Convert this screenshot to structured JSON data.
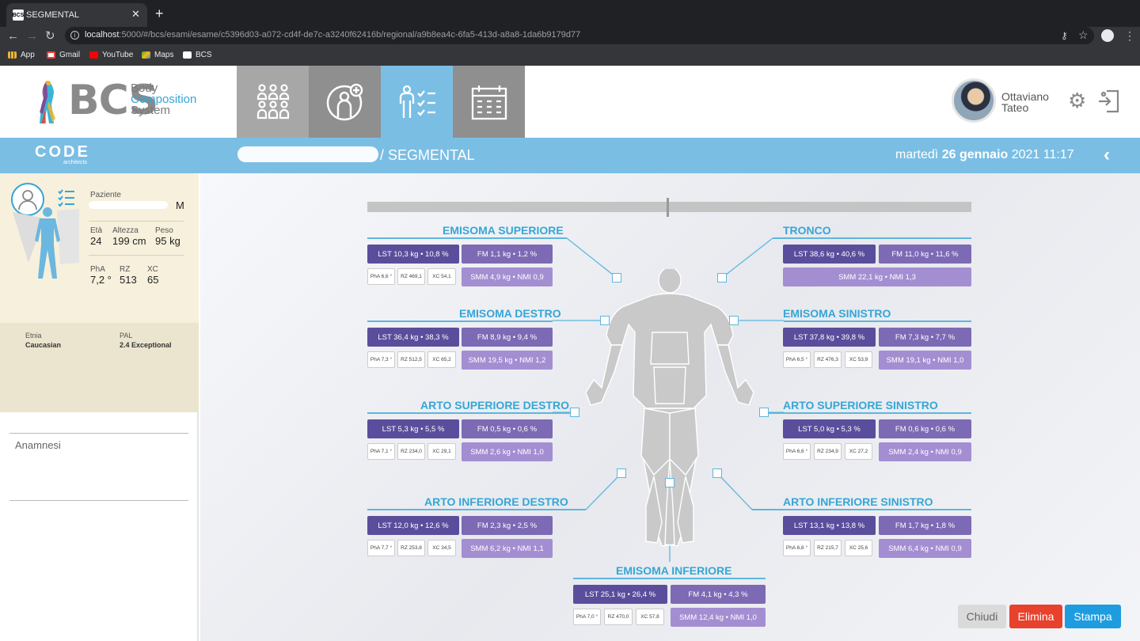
{
  "browser": {
    "tab_title": "SEGMENTAL",
    "favicon_text": "BCS",
    "url_host": "localhost",
    "url_rest": ":5000/#/bcs/esami/esame/c5396d03-a072-cd4f-de7c-a3240f62416b/regional/a9b8ea4c-6fa5-413d-a8a8-1da6b9179d77",
    "bookmarks": [
      {
        "label": "App",
        "icon": "apps-grid-icon"
      },
      {
        "label": "Gmail",
        "icon": "gmail-icon"
      },
      {
        "label": "YouTube",
        "icon": "youtube-icon"
      },
      {
        "label": "Maps",
        "icon": "maps-icon"
      },
      {
        "label": "BCS",
        "icon": "bcs-icon"
      }
    ]
  },
  "header": {
    "logo_letters": "BCS",
    "logo_line1": "Body",
    "logo_line2": "Composition",
    "logo_line3": "System",
    "user_first": "Ottaviano",
    "user_last": "Tateo",
    "nav_tiles": [
      "patients-group-icon",
      "add-patient-icon",
      "segmental-checklist-icon",
      "calendar-icon"
    ],
    "active_tile": 2
  },
  "subheader": {
    "brand": "CODE",
    "brand_sub": "architects",
    "breadcrumb": "/ SEGMENTAL",
    "date_weekday": "martedì",
    "date_day": "26 gennaio",
    "date_rest": "2021 11:17"
  },
  "patient": {
    "label_paziente": "Paziente",
    "sex": "M",
    "eta_label": "Età",
    "eta": "24",
    "altezza_label": "Altezza",
    "altezza": "199 cm",
    "peso_label": "Peso",
    "peso": "95 kg",
    "pha_label": "PhA",
    "pha": "7,2 °",
    "rz_label": "RZ",
    "rz": "513",
    "xc_label": "XC",
    "xc": "65",
    "etnia_label": "Etnia",
    "etnia": "Caucasian",
    "pal_label": "PAL",
    "pal": "2.4 Exceptional",
    "anamnesi_label": "Anamnesi"
  },
  "sections": {
    "emisoma_superiore": {
      "title": "EMISOMA SUPERIORE",
      "lst": "LST 10,3 kg • 10,8 %",
      "fm": "FM 1,1 kg • 1,2 %",
      "pha": "PhA 6,6 °",
      "rz": "RZ 469,1",
      "xc": "XC 54,1",
      "smm": "SMM 4,9 kg • NMI 0,9"
    },
    "tronco": {
      "title": "TRONCO",
      "lst": "LST 38,6 kg • 40,6 %",
      "fm": "FM 11,0 kg • 11,6 %",
      "smm": "SMM 22,1 kg • NMI 1,3"
    },
    "emisoma_destro": {
      "title": "EMISOMA DESTRO",
      "lst": "LST 36,4 kg • 38,3 %",
      "fm": "FM 8,9 kg • 9,4 %",
      "pha": "PhA 7,3 °",
      "rz": "RZ 512,5",
      "xc": "XC 65,2",
      "smm": "SMM 19,5 kg • NMI 1,2"
    },
    "emisoma_sinistro": {
      "title": "EMISOMA SINISTRO",
      "lst": "LST 37,8 kg • 39,8 %",
      "fm": "FM 7,3 kg • 7,7 %",
      "pha": "PhA 6,5 °",
      "rz": "RZ 476,3",
      "xc": "XC 53,9",
      "smm": "SMM 19,1 kg • NMI 1,0"
    },
    "arto_sup_destro": {
      "title": "ARTO SUPERIORE DESTRO",
      "lst": "LST 5,3 kg • 5,5 %",
      "fm": "FM 0,5 kg • 0,6 %",
      "pha": "PhA 7,1 °",
      "rz": "RZ 234,0",
      "xc": "XC 29,1",
      "smm": "SMM 2,6 kg • NMI 1,0"
    },
    "arto_sup_sinistro": {
      "title": "ARTO SUPERIORE SINISTRO",
      "lst": "LST 5,0 kg • 5,3 %",
      "fm": "FM 0,6 kg • 0,6 %",
      "pha": "PhA 6,6 °",
      "rz": "RZ 234,9",
      "xc": "XC 27,2",
      "smm": "SMM 2,4 kg • NMI 0,9"
    },
    "arto_inf_destro": {
      "title": "ARTO INFERIORE DESTRO",
      "lst": "LST 12,0 kg • 12,6 %",
      "fm": "FM 2,3 kg • 2,5 %",
      "pha": "PhA 7,7 °",
      "rz": "RZ 253,8",
      "xc": "XC 34,5",
      "smm": "SMM 6,2 kg • NMI 1,1"
    },
    "arto_inf_sinistro": {
      "title": "ARTO INFERIORE SINISTRO",
      "lst": "LST 13,1 kg • 13,8 %",
      "fm": "FM 1,7 kg • 1,8 %",
      "pha": "PhA 6,8 °",
      "rz": "RZ 215,7",
      "xc": "XC 25,6",
      "smm": "SMM 6,4 kg • NMI 0,9"
    },
    "emisoma_inferiore": {
      "title": "EMISOMA INFERIORE",
      "lst": "LST 25,1 kg • 26,4 %",
      "fm": "FM 4,1 kg • 4,3 %",
      "pha": "PhA 7,0 °",
      "rz": "RZ 470,0",
      "xc": "XC 57,8",
      "smm": "SMM 12,4 kg • NMI 1,0"
    }
  },
  "actions": {
    "chiudi": "Chiudi",
    "elimina": "Elimina",
    "stampa": "Stampa"
  },
  "colors": {
    "accent": "#7bbee4",
    "title_blue": "#35a6d6",
    "lst": "#5a4e9c",
    "fm": "#7d6ab4",
    "smm": "#a48ed2",
    "elimina": "#e8412c",
    "stampa": "#1e9ce0"
  }
}
